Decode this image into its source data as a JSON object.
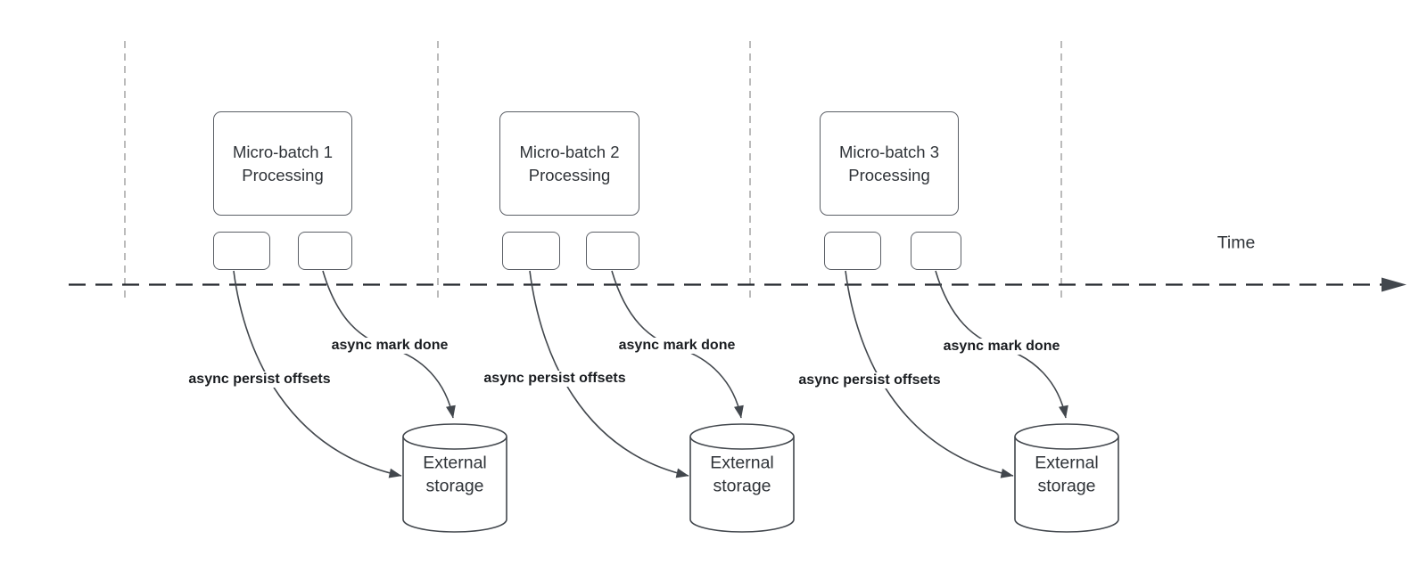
{
  "colors": {
    "background": "#ffffff",
    "box_border": "#5b5f66",
    "box_text": "#2f3338",
    "arrow_stroke": "#42474d",
    "timeline_stroke": "#24282d",
    "guide_line": "#9e9e9e",
    "label_text": "#1a1d21"
  },
  "diagram": {
    "time_label": "Time",
    "batches": [
      {
        "box_label": "Micro-batch 1 Processing",
        "persist_label": "async persist offsets",
        "done_label": "async mark done",
        "storage_label": "External storage"
      },
      {
        "box_label": "Micro-batch 2 Processing",
        "persist_label": "async persist offsets",
        "done_label": "async mark done",
        "storage_label": "External storage"
      },
      {
        "box_label": "Micro-batch 3 Processing",
        "persist_label": "async persist offsets",
        "done_label": "async mark done",
        "storage_label": "External storage"
      }
    ]
  }
}
